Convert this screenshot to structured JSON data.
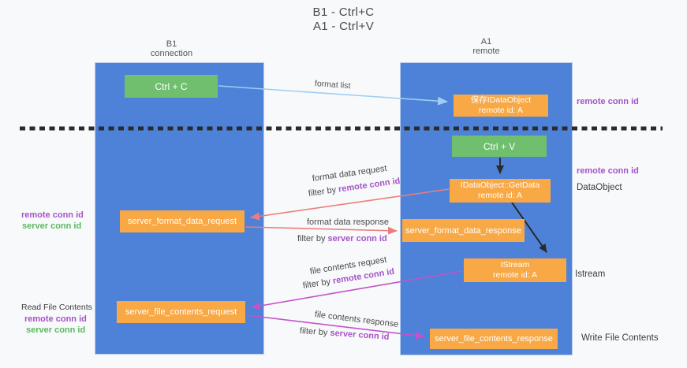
{
  "title": {
    "line1": "B1 - Ctrl+C",
    "line2": "A1 - Ctrl+V"
  },
  "columns": {
    "left": {
      "name": "B1",
      "role": "connection"
    },
    "right": {
      "name": "A1",
      "role": "remote"
    }
  },
  "nodes": {
    "ctrl_c": {
      "label": "Ctrl + C"
    },
    "ctrl_v": {
      "label": "Ctrl + V"
    },
    "save_dataobject": {
      "line1": "保存IDataObject",
      "line2": "remote id: A"
    },
    "getdata": {
      "line1": "IDataObject::GetData",
      "line2": "remote id: A"
    },
    "istream": {
      "line1": "IStream",
      "line2": "remote id: A"
    },
    "format_request": {
      "label": "server_format_data_request"
    },
    "format_response": {
      "label": "server_format_data_response"
    },
    "file_request": {
      "label": "server_file_contents_request"
    },
    "file_response": {
      "label": "server_file_contents_response"
    }
  },
  "side_labels": {
    "remote_conn_id": "remote conn id",
    "server_conn_id": "server conn id",
    "dataobject": "DataObject",
    "istream": "Istream",
    "read_file_contents": "Read File Contents",
    "write_file_contents": "Write File Contents"
  },
  "flow_labels": {
    "format_list": "format list",
    "format_data_request": "format data request",
    "format_data_response": "format data response",
    "file_contents_request": "file contents request",
    "file_contents_response": "file contents response",
    "filter_by": "filter by "
  },
  "colors": {
    "column_blue": "#4d82d8",
    "node_green": "#6fbf6f",
    "node_orange": "#f8a844",
    "arrow_lightblue": "#9fcdf3",
    "arrow_red": "#ec7d7d",
    "arrow_magenta": "#c353cb",
    "arrow_black": "#2b2b2b",
    "text_purple": "#a653c9",
    "text_green": "#5cb860",
    "text_dark": "#3d3d3d"
  }
}
